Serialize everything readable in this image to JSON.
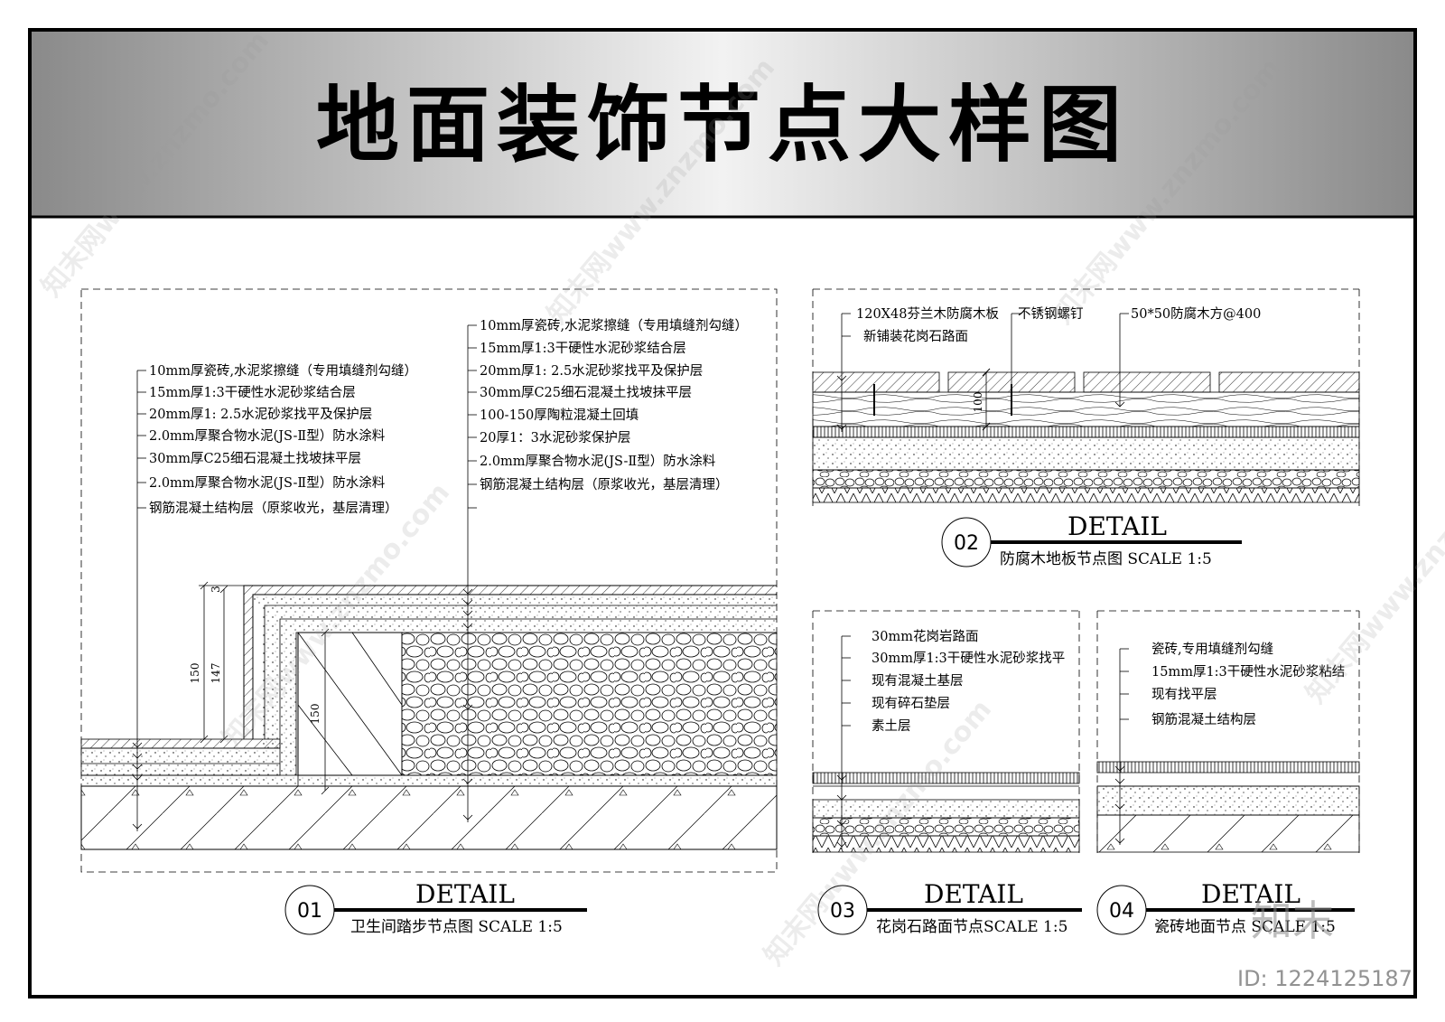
{
  "title": "地面装饰节点大样图",
  "details": [
    {
      "id": "01",
      "label": "DETAIL",
      "caption": "卫生间踏步节点图 SCALE 1:5",
      "notes_left": [
        "10mm厚瓷砖,水泥浆擦缝（专用填缝剂勾缝）",
        "15mm厚1:3干硬性水泥砂浆结合层",
        "20mm厚1: 2.5水泥砂浆找平及保护层",
        "2.0mm厚聚合物水泥(JS-Ⅱ型）防水涂料",
        "30mm厚C25细石混凝土找坡抹平层",
        "2.0mm厚聚合物水泥(JS-Ⅱ型）防水涂料",
        "钢筋混凝土结构层（原浆收光，基层清理）"
      ],
      "notes_right": [
        "10mm厚瓷砖,水泥浆擦缝（专用填缝剂勾缝）",
        "15mm厚1:3干硬性水泥砂浆结合层",
        "20mm厚1: 2.5水泥砂浆找平及保护层",
        "30mm厚C25细石混凝土找坡抹平层",
        "100-150厚陶粒混凝土回填",
        "20厚1：3水泥砂浆保护层",
        "2.0mm厚聚合物水泥(JS-Ⅱ型）防水涂料",
        "钢筋混凝土结构层（原浆收光，基层清理）"
      ],
      "dims": [
        "150",
        "147",
        "3",
        "150"
      ]
    },
    {
      "id": "02",
      "label": "DETAIL",
      "caption": "防腐木地板节点图 SCALE 1:5",
      "notes": [
        "120X48芬兰木防腐木板",
        "不锈钢螺钉",
        "新铺装花岗石路面",
        "50*50防腐木方@400"
      ],
      "dims": [
        "100"
      ]
    },
    {
      "id": "03",
      "label": "DETAIL",
      "caption": "花岗石路面节点SCALE 1:5",
      "notes": [
        "30mm花岗岩路面",
        "30mm厚1:3干硬性水泥砂浆找平",
        "现有混凝土基层",
        "现有碎石垫层",
        "素土层"
      ]
    },
    {
      "id": "04",
      "label": "DETAIL",
      "caption": "瓷砖地面节点 SCALE 1:5",
      "notes": [
        "瓷砖,专用填缝剂勾缝",
        "15mm厚1:3干硬性水泥砂浆粘结",
        "现有找平层",
        "钢筋混凝土结构层"
      ]
    }
  ],
  "watermark": {
    "text": "知末网www.znzmo.com",
    "logo": "知末",
    "id_label": "ID: 1224125187"
  },
  "colors": {
    "frame": "#000000",
    "banner_light": "#f4f4f4",
    "banner_dark": "#8c8c8c",
    "line": "#000000"
  }
}
